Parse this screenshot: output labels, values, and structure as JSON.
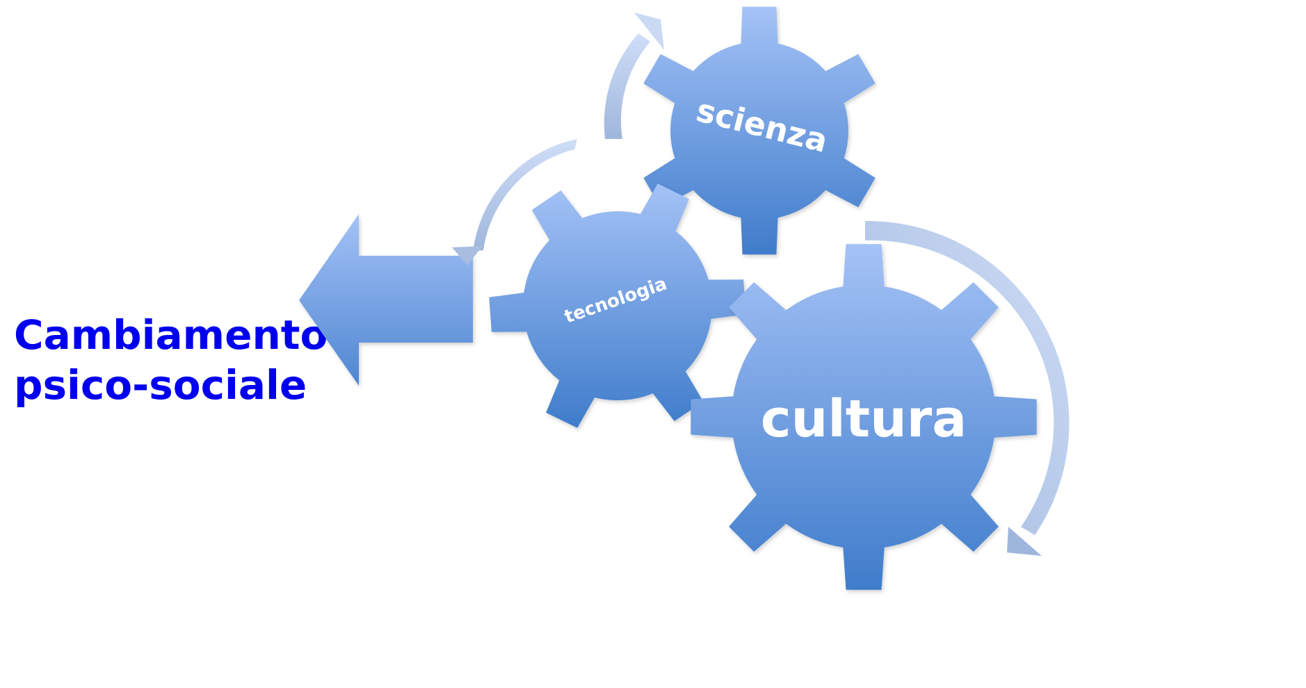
{
  "title": {
    "line1": "Cambiamento",
    "line2": "psico-sociale",
    "color": "#0000ee"
  },
  "gears": {
    "scienza": "scienza",
    "tecnologia": "tecnologia",
    "cultura": "cultura"
  },
  "colors": {
    "gear_top": "#a4c2f6",
    "gear_bottom": "#3f7ccb",
    "arrow_light": "#cddcf6",
    "arrow_dark": "#9db3dc",
    "label": "#ffffff"
  }
}
